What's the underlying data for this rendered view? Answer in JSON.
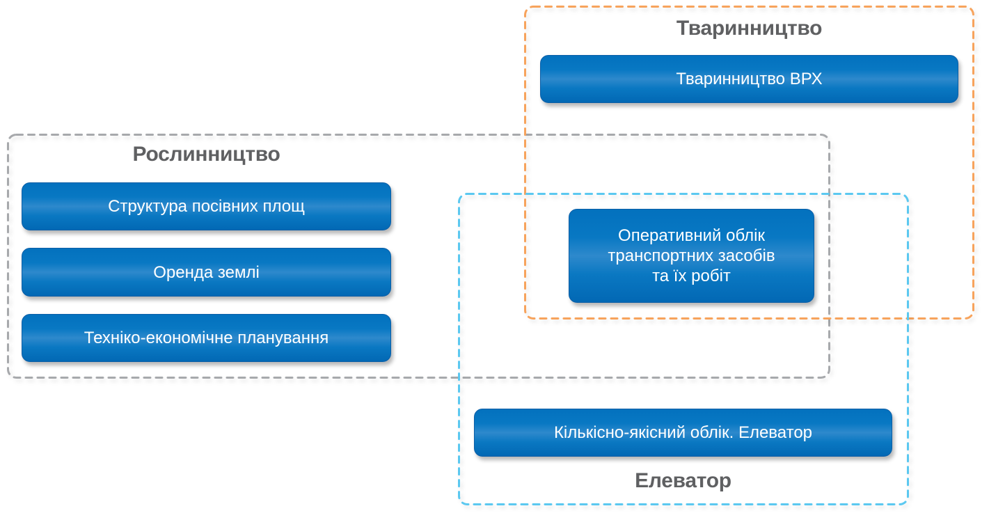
{
  "groups": {
    "roslynnytstvo": {
      "title": "Рослинництво",
      "border_color": "#a7a9ac",
      "items": [
        "Структура посівних площ",
        "Оренда землі",
        "Техніко-економічне планування"
      ]
    },
    "tvarynnytstvo": {
      "title": "Тваринництво",
      "border_color": "#f7a35c",
      "items": [
        "Тваринництво ВРХ"
      ]
    },
    "elevator": {
      "title": "Елеватор",
      "border_color": "#5bc8f0",
      "items": [
        "Кількісно-якісний облік. Елеватор"
      ]
    }
  },
  "shared_item": "Оперативний облік\nтранспортних засобів\nта їх робіт",
  "colors": {
    "button_blue": "#0878c3",
    "title_gray": "#5f6062"
  }
}
